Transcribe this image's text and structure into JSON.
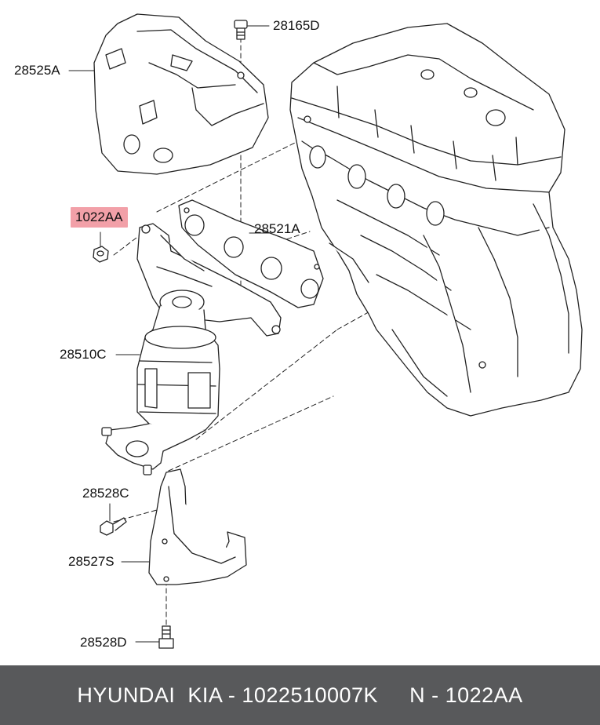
{
  "callouts": {
    "c28165D": "28165D",
    "c28525A": "28525A",
    "c1022AA": "1022AA",
    "c28521A": "28521A",
    "c28510C": "28510C",
    "c28528C": "28528C",
    "c28527S": "28527S",
    "c28528D": "28528D"
  },
  "highlight_color": "#f2a0a8",
  "footer": {
    "brand": "HYUNDAI  KIA - 1022510007K",
    "part": "N - 1022AA",
    "background": "#58595b"
  }
}
